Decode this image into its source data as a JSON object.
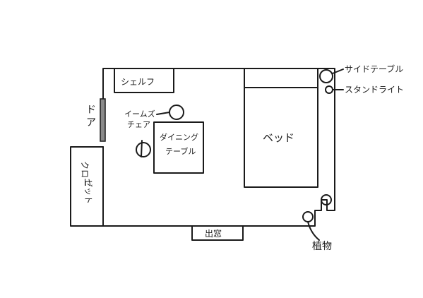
{
  "labels": {
    "shelf": "シェルフ",
    "door_1": "ド",
    "door_2": "ア",
    "eames_1": "イームズ",
    "eames_2": "チェア",
    "dining_1": "ダイニング",
    "dining_2": "テーブル",
    "bed": "ベッド",
    "closet_1": "クロー",
    "closet_2": "ゼット",
    "window": "出窓",
    "side_table": "サイドテーブル",
    "stand_light": "スタンドライト",
    "plant": "植物"
  },
  "colors": {
    "ink": "#1a1a1a",
    "door_fill": "#8a8a8a",
    "background": "#ffffff"
  }
}
